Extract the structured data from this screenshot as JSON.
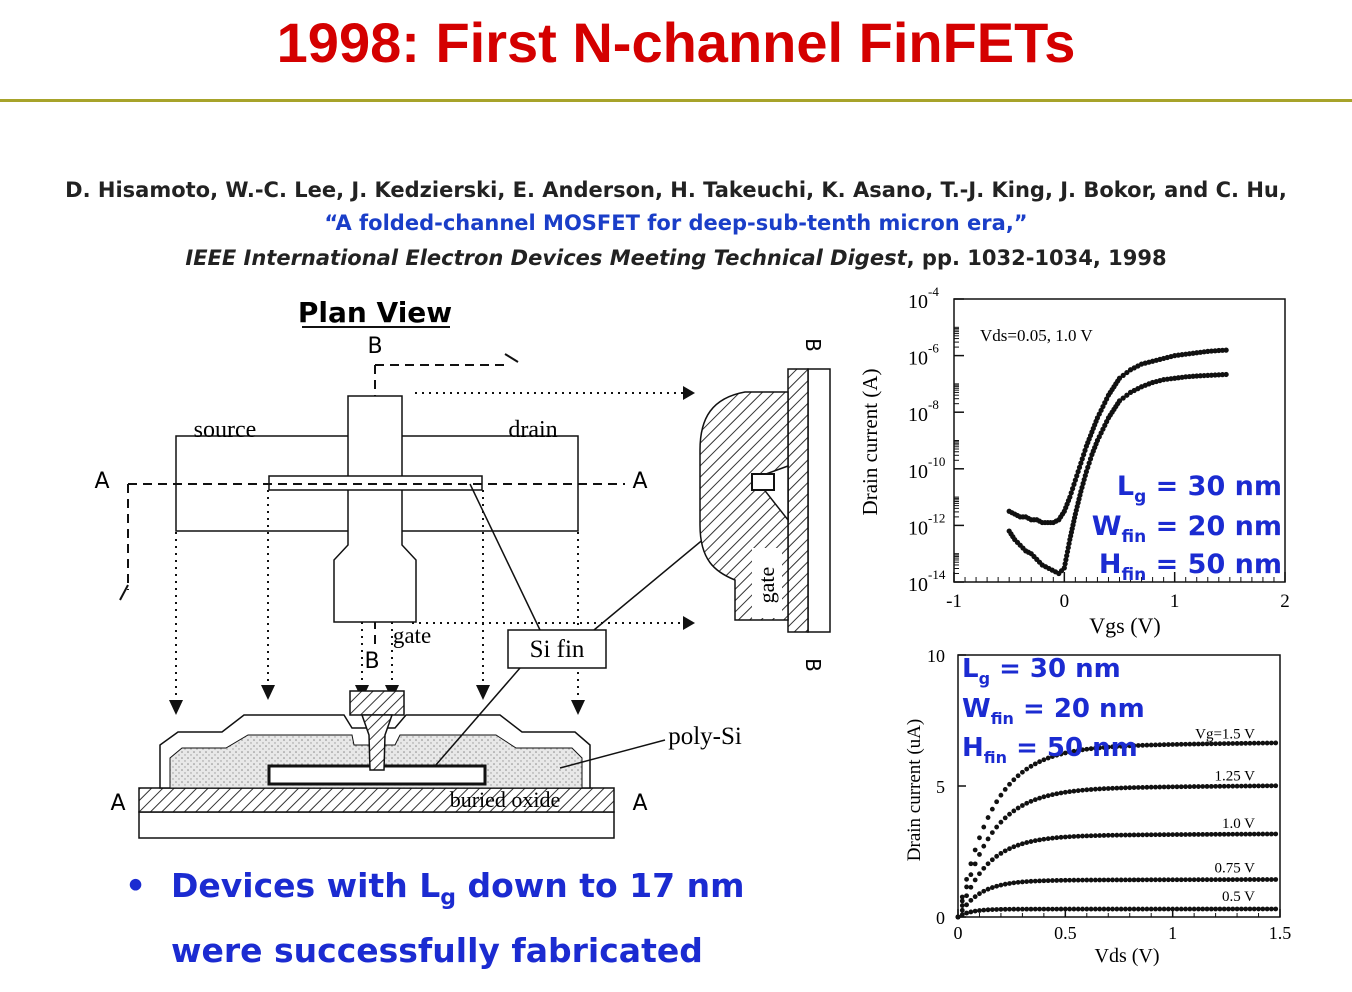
{
  "title": "1998: First N-channel FinFETs",
  "citation": {
    "authors": "D. Hisamoto, W.-C. Lee, J. Kedzierski, E. Anderson, H. Takeuchi, K. Asano, T.-J. King, J. Bokor, and C. Hu,",
    "paper_title": "“A folded-channel MOSFET for deep-sub-tenth micron era,”",
    "venue": "IEEE International Electron Devices Meeting Technical Digest",
    "pages": ", pp. 1032-1034, 1998"
  },
  "diagram": {
    "plan_view": "Plan View",
    "b": "B",
    "a": "A",
    "source": "source",
    "drain": "drain",
    "gate": "gate",
    "si_fin": "Si fin",
    "poly_si": "poly-Si",
    "buried_oxide": "buried oxide"
  },
  "bullet": {
    "line1_pre": "Devices with L",
    "line1_sub": "g",
    "line1_post": " down to 17 nm",
    "line2": "were successfully fabricated"
  },
  "params": {
    "lg_pre": "L",
    "lg_sub": "g",
    "lg_val": " = 30 nm",
    "wfin_pre": "W",
    "wfin_sub": "fin",
    "wfin_val": " = 20 nm",
    "hfin_pre": "H",
    "hfin_sub": "fin",
    "hfin_val": " = 50 nm"
  },
  "colors": {
    "title": "#d40000",
    "rule": "#a7a32a",
    "blue": "#1b2bd1"
  },
  "chart_data": [
    {
      "type": "scatter",
      "annotation": "Vds=0.05, 1.0 V",
      "xlabel": "Vgs (V)",
      "ylabel": "Drain current (A)",
      "xlim": [
        -1,
        2
      ],
      "ylim_exp": [
        -14,
        -4
      ],
      "x_ticks": [
        "-1",
        "0",
        "1",
        "2"
      ],
      "y_ticks": [
        {
          "base": "10",
          "exp": "-4"
        },
        {
          "base": "10",
          "exp": "-6"
        },
        {
          "base": "10",
          "exp": "-8"
        },
        {
          "base": "10",
          "exp": "-10"
        },
        {
          "base": "10",
          "exp": "-12"
        },
        {
          "base": "10",
          "exp": "-14"
        }
      ],
      "series": [
        {
          "x": [
            -0.5,
            -0.45,
            -0.4,
            -0.35,
            -0.3,
            -0.25,
            -0.2,
            -0.15,
            -0.1,
            -0.05,
            0,
            0.05,
            0.1,
            0.15,
            0.2,
            0.25,
            0.3,
            0.35,
            0.4,
            0.45,
            0.5,
            0.6,
            0.7,
            0.8,
            0.9,
            1.0,
            1.1,
            1.2,
            1.3,
            1.4,
            1.5
          ],
          "log_y": [
            -11.5,
            -11.6,
            -11.7,
            -11.7,
            -11.8,
            -11.8,
            -11.9,
            -11.9,
            -11.9,
            -11.8,
            -11.5,
            -11.0,
            -10.4,
            -9.8,
            -9.2,
            -8.7,
            -8.2,
            -7.8,
            -7.4,
            -7.1,
            -6.8,
            -6.5,
            -6.3,
            -6.2,
            -6.1,
            -6.0,
            -5.95,
            -5.9,
            -5.85,
            -5.82,
            -5.8
          ]
        },
        {
          "x": [
            -0.5,
            -0.45,
            -0.4,
            -0.35,
            -0.3,
            -0.25,
            -0.2,
            -0.05,
            0,
            0.05,
            0.1,
            0.15,
            0.2,
            0.25,
            0.3,
            0.35,
            0.4,
            0.45,
            0.5,
            0.6,
            0.7,
            0.8,
            0.9,
            1.0,
            1.1,
            1.2,
            1.3,
            1.4,
            1.5
          ],
          "log_y": [
            -12.2,
            -12.5,
            -12.7,
            -12.9,
            -13.0,
            -13.2,
            -13.4,
            -13.7,
            -13.5,
            -12.5,
            -11.6,
            -10.8,
            -10.1,
            -9.5,
            -9.0,
            -8.6,
            -8.2,
            -7.9,
            -7.6,
            -7.3,
            -7.1,
            -6.95,
            -6.85,
            -6.8,
            -6.75,
            -6.72,
            -6.7,
            -6.68,
            -6.66
          ]
        }
      ]
    },
    {
      "type": "scatter",
      "xlabel": "Vds (V)",
      "ylabel": "Drain current (uA)",
      "xlim": [
        0,
        1.5
      ],
      "ylim": [
        0,
        10
      ],
      "x_ticks": [
        "0",
        "0.5",
        "1",
        "1.5"
      ],
      "y_ticks": [
        "10",
        "5",
        "0"
      ],
      "series": [
        {
          "name": "Vg=1.5 V",
          "sat": 6.5
        },
        {
          "name": "1.25 V",
          "sat": 4.9
        },
        {
          "name": "1.0 V",
          "sat": 3.1
        },
        {
          "name": "0.75 V",
          "sat": 1.4
        },
        {
          "name": "0.5 V",
          "sat": 0.3
        }
      ]
    }
  ]
}
